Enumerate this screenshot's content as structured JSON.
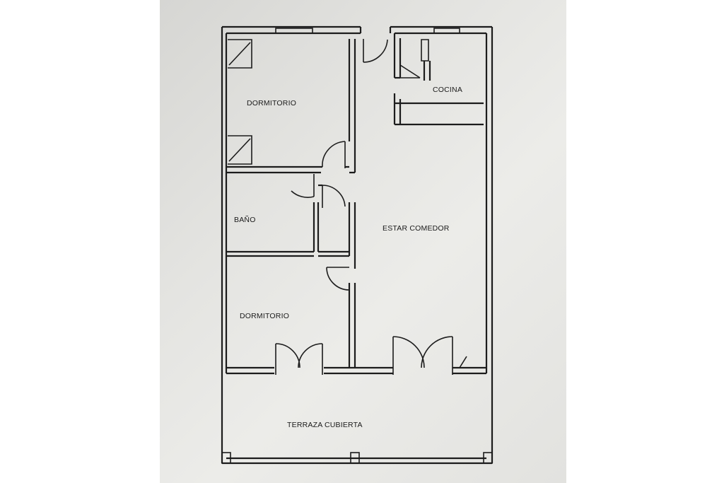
{
  "rooms": {
    "dormitorio_top": "DORMITORIO",
    "cocina": "COCINA",
    "bano": "BAÑO",
    "estar_comedor": "ESTAR COMEDOR",
    "dormitorio_bottom": "DORMITORIO",
    "terraza": "TERRAZA CUBIERTA"
  },
  "colors": {
    "ink": "#1c1c1c",
    "paper": "#e4e4e1"
  }
}
